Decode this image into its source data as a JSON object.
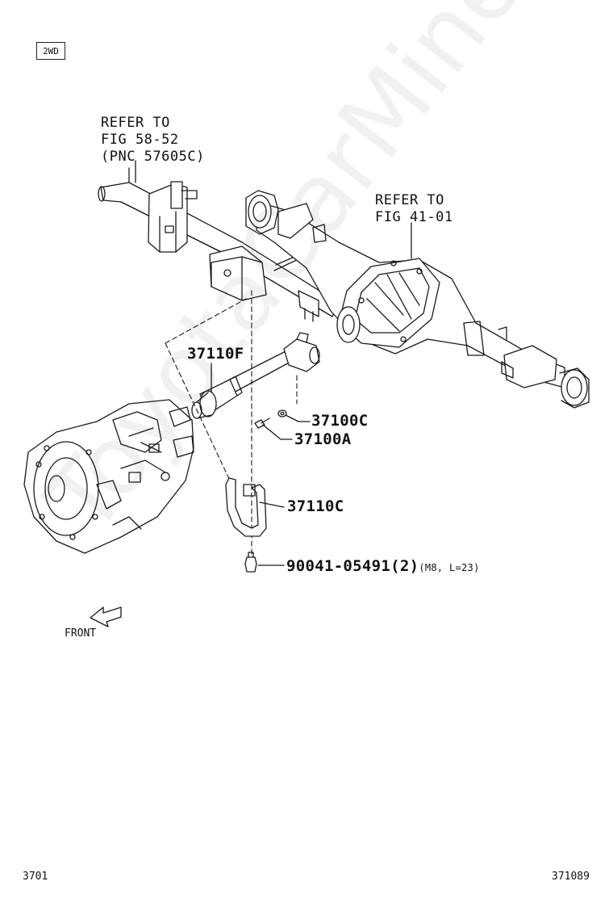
{
  "variant_badge": "2WD",
  "references": {
    "frame": {
      "lines": [
        "REFER TO",
        "FIG 58-52",
        "(PNC 57605C)"
      ]
    },
    "axle": {
      "lines": [
        "REFER TO",
        "FIG 41-01"
      ]
    }
  },
  "parts": [
    {
      "id": "37110F",
      "label": "37110F",
      "spec": ""
    },
    {
      "id": "37100C",
      "label": "37100C",
      "spec": ""
    },
    {
      "id": "37100A",
      "label": "37100A",
      "spec": ""
    },
    {
      "id": "37110C",
      "label": "37110C",
      "spec": ""
    },
    {
      "id": "90041-05491",
      "label": "90041-05491(2)",
      "spec": "(M8, L=23)"
    }
  ],
  "direction": {
    "label": "FRONT"
  },
  "footer": {
    "page_code": "3701",
    "figure_code": "371089"
  },
  "watermark": "ToyotaCarMine.ru"
}
